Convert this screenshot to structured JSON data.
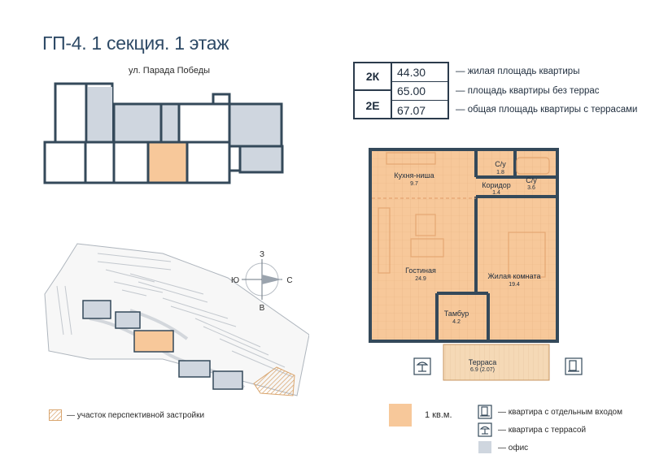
{
  "header": {
    "title": "ГП-4. 1 секция. 1 этаж",
    "street": "ул. Парада Победы"
  },
  "specs": {
    "rows": [
      {
        "type": "2К",
        "value": "44.30",
        "description": "— жилая площадь квартиры"
      },
      {
        "type": "",
        "value": "65.00",
        "description": "— площадь квартиры без террас"
      },
      {
        "type": "2Е",
        "value": "67.07",
        "description": "— общая площадь квартиры с террасами"
      }
    ]
  },
  "compass": {
    "north": "З",
    "south": "В",
    "west": "Ю",
    "east": "С"
  },
  "rooms": [
    {
      "name": "Кухня-ниша",
      "area": "9.7"
    },
    {
      "name": "С/у",
      "area": "1.8"
    },
    {
      "name": "С/у",
      "area": "3.6"
    },
    {
      "name": "Коридор",
      "area": "1.4"
    },
    {
      "name": "Гостиная",
      "area": "24.9"
    },
    {
      "name": "Жилая комната",
      "area": "19.4"
    },
    {
      "name": "Тамбур",
      "area": "4.2"
    },
    {
      "name": "Терраса",
      "area": "6.9 (2.07)"
    }
  ],
  "legend": {
    "site_note": "— участок перспективной застройки",
    "unit_count": "1 кв.м.",
    "separate_entrance": "— квартира с отдельным входом",
    "with_terrace": "— квартира с террасой",
    "office": "— офис"
  },
  "colors": {
    "highlight": "#f7c89a",
    "office": "#cfd6df",
    "wall": "#34495a",
    "title": "#2e4a66",
    "terrace": "#f5d9b6"
  }
}
